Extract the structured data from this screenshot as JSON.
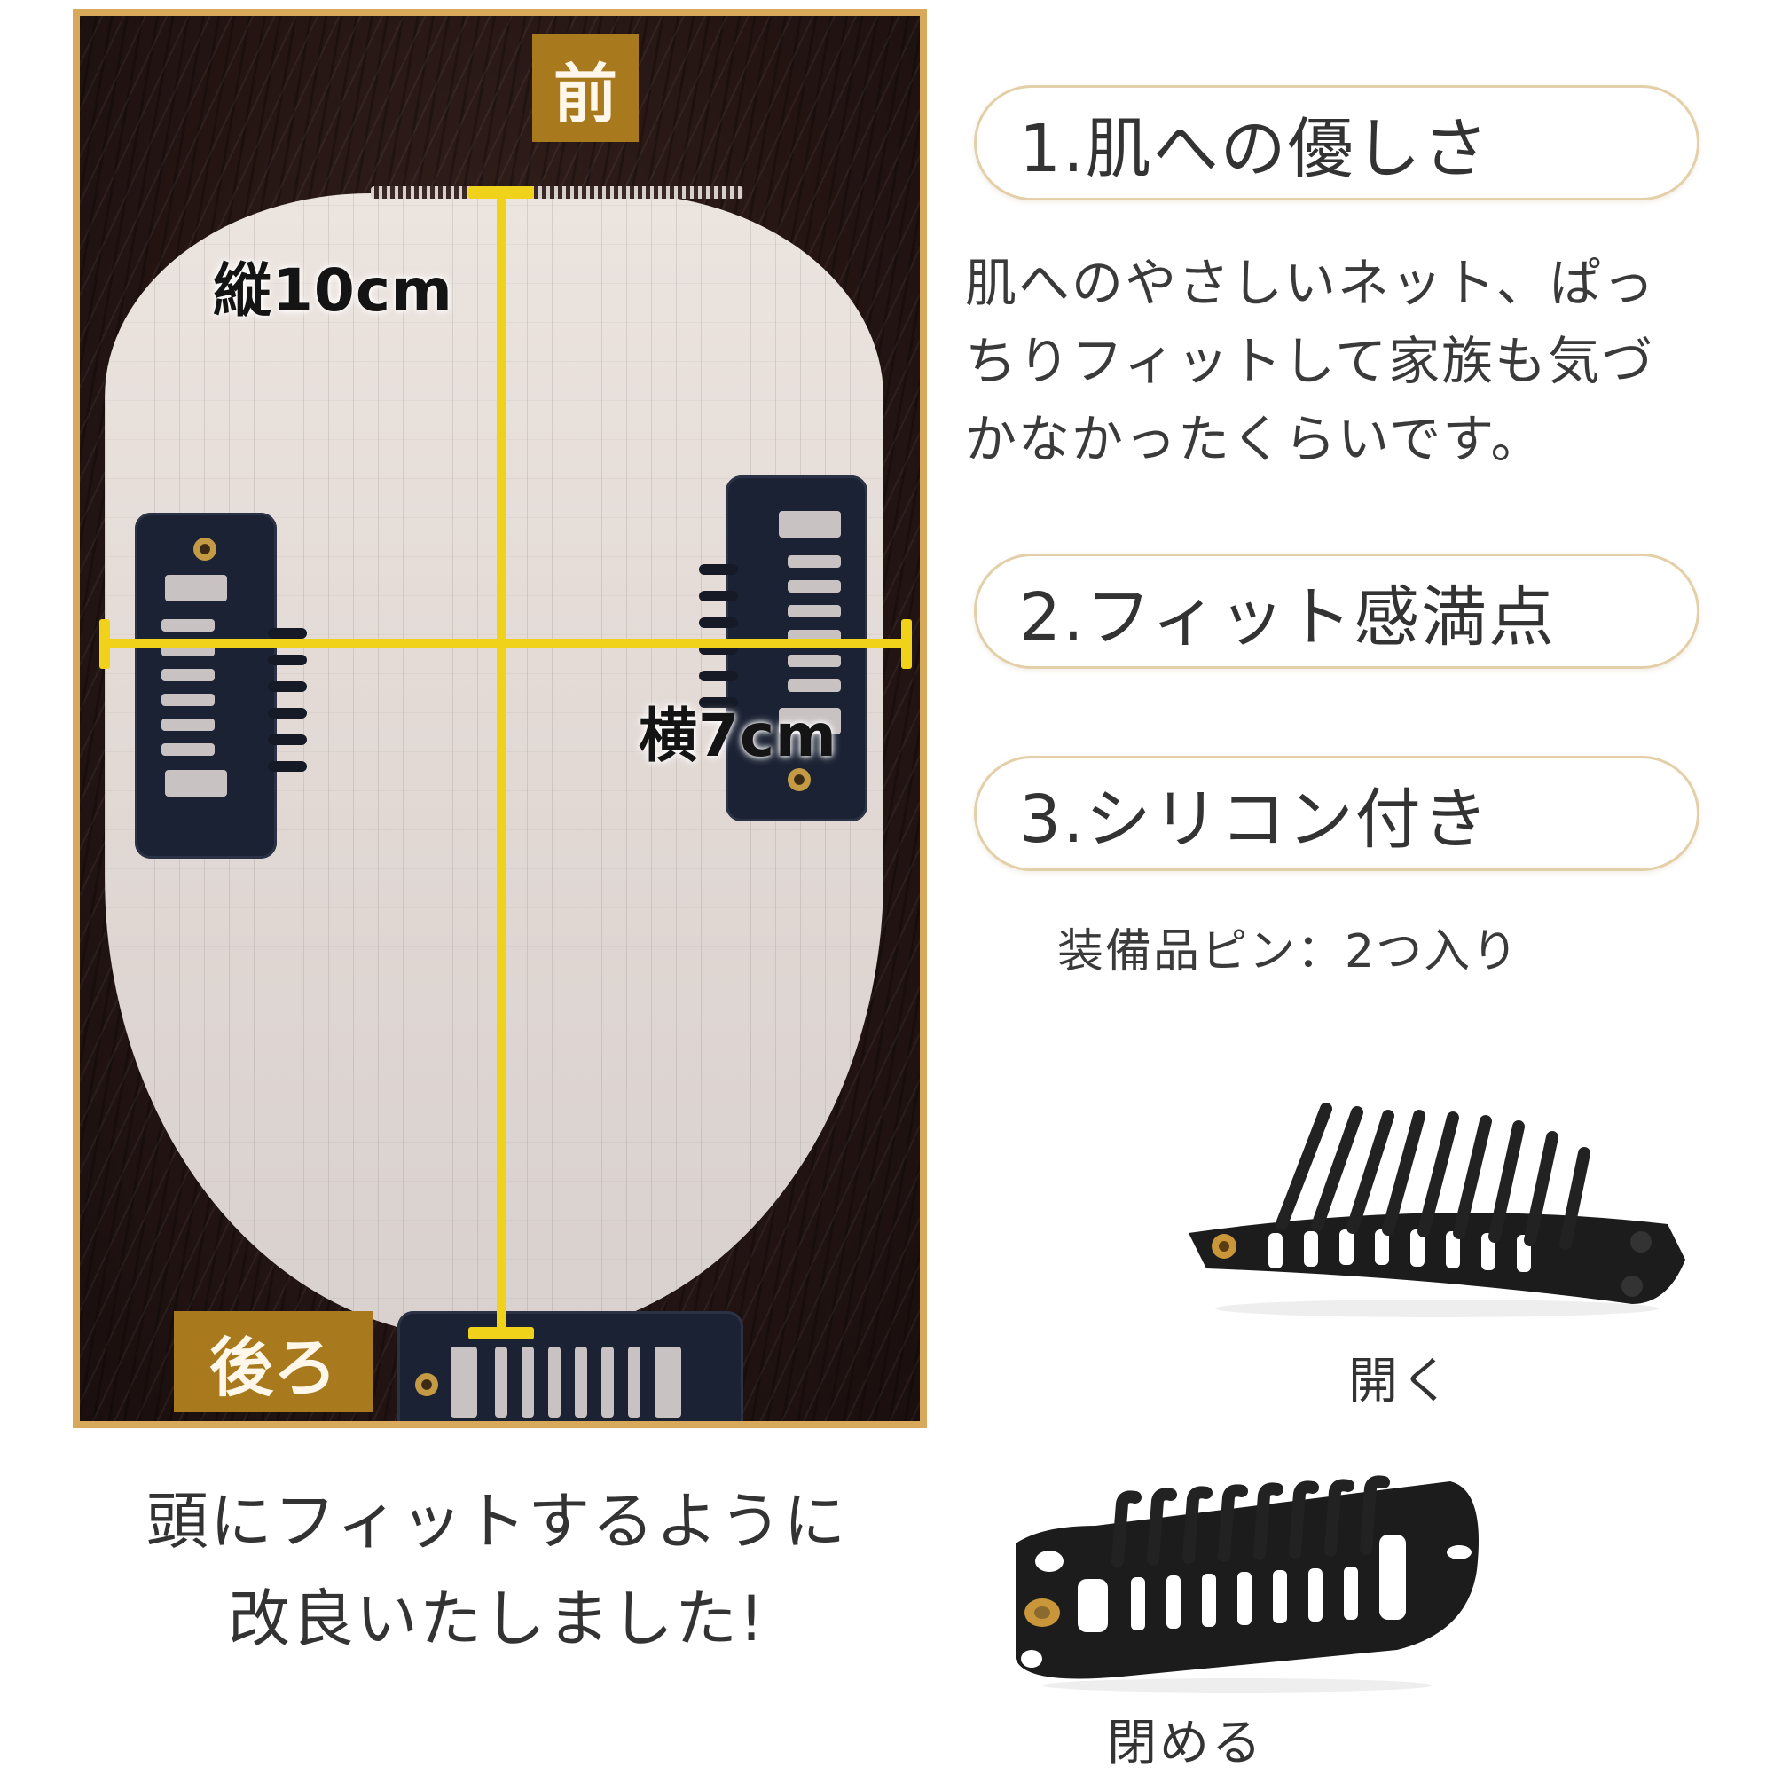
{
  "diagram": {
    "front_tag": "前",
    "back_tag": "後ろ",
    "height_label": "縦10cm",
    "width_label": "横7cm",
    "measure_color": "#f1d21a",
    "tag_color": "#a87a1d",
    "frame_color": "#d9a95b"
  },
  "caption": {
    "line1": "頭にフィットするように",
    "line2": "改良いたしました!"
  },
  "features": [
    {
      "title": "1.肌への優しさ"
    },
    {
      "title": "2.フィット感満点"
    },
    {
      "title": "3.シリコン付き"
    }
  ],
  "feature1_description": {
    "line1": "肌へのやさしいネット、ぱっ",
    "line2": "ちりフィットして家族も気づ",
    "line3": "かなかったくらいです。"
  },
  "accessory_note": "装備品ピン：2つ入り",
  "clip_photos": {
    "open_label": "開く",
    "closed_label": "閉める"
  }
}
